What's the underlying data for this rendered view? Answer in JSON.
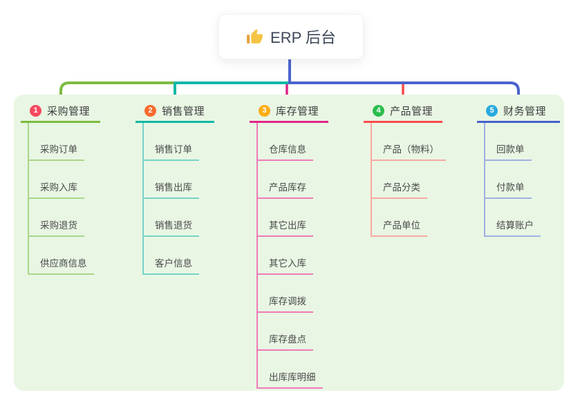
{
  "root": {
    "title": "ERP 后台",
    "icon": "thumbs-up-icon",
    "icon_colors": {
      "hand": "#f6c445",
      "sleeve": "#e8a33d"
    },
    "connector_color": "#4a63cd"
  },
  "panel": {
    "background": "#e9f6e4"
  },
  "branches": [
    {
      "index": "1",
      "label": "采购管理",
      "badge_color": "#f5495f",
      "line_color": "#7cbb3f",
      "child_line_color": "#a9d786",
      "children": [
        "采购订单",
        "采购入库",
        "采购退货",
        "供应商信息"
      ]
    },
    {
      "index": "2",
      "label": "销售管理",
      "badge_color": "#f76b2e",
      "line_color": "#12b7a6",
      "child_line_color": "#76d4c6",
      "children": [
        "销售订单",
        "销售出库",
        "销售退货",
        "客户信息"
      ]
    },
    {
      "index": "3",
      "label": "库存管理",
      "badge_color": "#fbad18",
      "line_color": "#e02589",
      "child_line_color": "#f07ab8",
      "children": [
        "仓库信息",
        "产品库存",
        "其它出库",
        "其它入库",
        "库存调拨",
        "库存盘点",
        "出库库明细"
      ]
    },
    {
      "index": "4",
      "label": "产品管理",
      "badge_color": "#2dbd4e",
      "line_color": "#f94b4b",
      "child_line_color": "#f9a8a0",
      "children": [
        "产品（物料）",
        "产品分类",
        "产品单位"
      ]
    },
    {
      "index": "5",
      "label": "财务管理",
      "badge_color": "#29a9e0",
      "line_color": "#4561c8",
      "child_line_color": "#9fb0e2",
      "children": [
        "回款单",
        "付款单",
        "结算账户"
      ]
    }
  ]
}
